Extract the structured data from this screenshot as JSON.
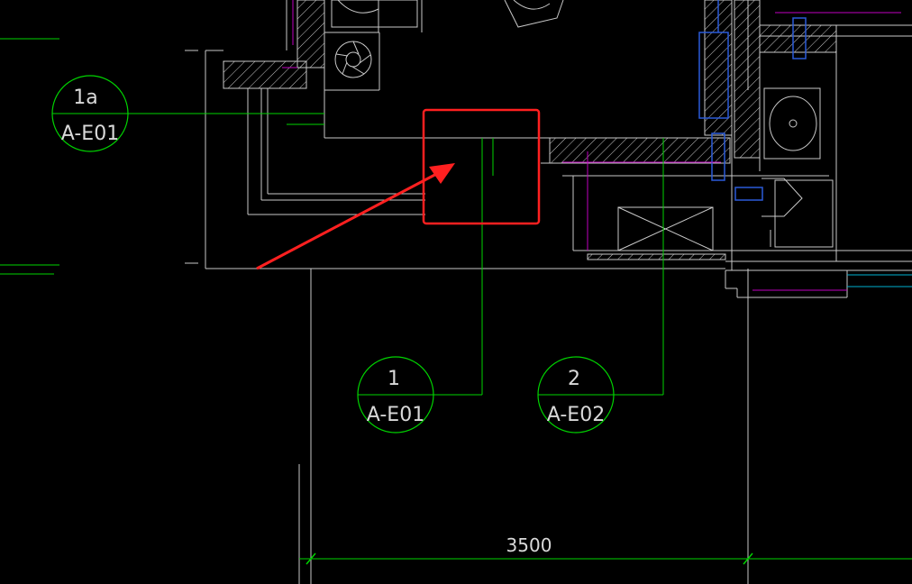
{
  "drawing": {
    "background_color": "#000000",
    "line_colors": {
      "wall": "#c8c8c8",
      "callout": "#00d400",
      "magenta": "#c000c0",
      "blue": "#2b5bd9",
      "cyan": "#00b0d0",
      "highlight": "#ff2020"
    },
    "callouts": [
      {
        "number": "1a",
        "sheet": "A-E01"
      },
      {
        "number": "1",
        "sheet": "A-E01"
      },
      {
        "number": "2",
        "sheet": "A-E02"
      }
    ],
    "dimension": {
      "value": "3500"
    },
    "annotation": {
      "box_color": "#ff2020",
      "arrow_color": "#ff2020",
      "meaning": "highlighted section-cut marker"
    }
  }
}
